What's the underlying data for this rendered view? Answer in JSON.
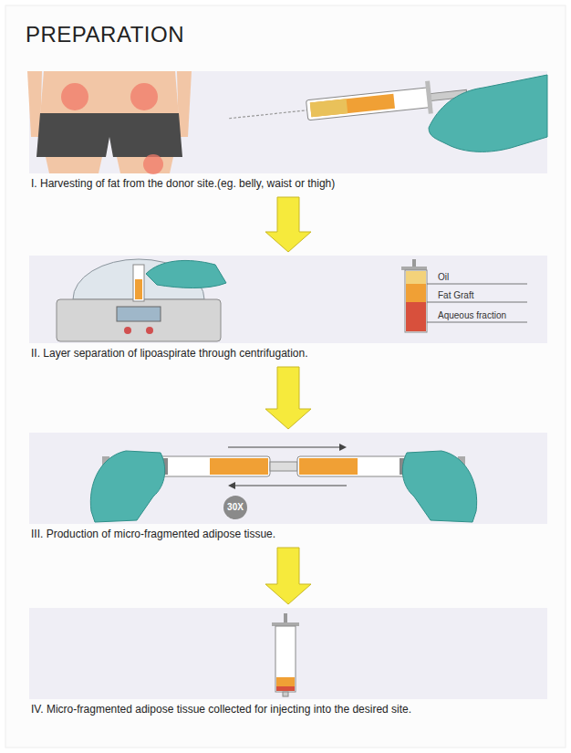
{
  "diagram": {
    "title": "PREPARATION",
    "nodes": [
      {
        "text": [
          "I. Harvesting of fat from the donor site.(eg. belly, waist or thigh)"
        ]
      },
      {
        "text": [
          "II. Layer separation of lipoaspirate through centrifugation."
        ]
      },
      {
        "text": [
          "III. Production of micro-fragmented adipose tissue."
        ]
      },
      {
        "text": [
          "IV. Micro-fragmented adipose tissue collected for injecting into the desired site."
        ]
      }
    ],
    "edges": [
      {
        "from": 0,
        "to": 1,
        "arrow": "to"
      },
      {
        "from": 1,
        "to": 2,
        "arrow": "to"
      },
      {
        "from": 2,
        "to": 3,
        "arrow": "to"
      }
    ],
    "labels": [
      "Oil",
      "Fat Graft",
      "Aqueous fraction",
      "30X"
    ]
  }
}
